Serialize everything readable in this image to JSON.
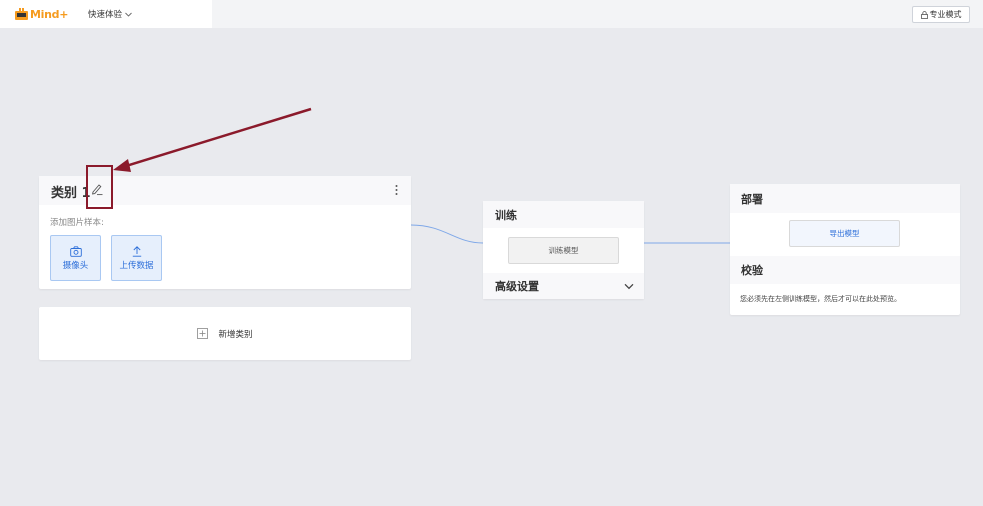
{
  "app": {
    "logo_text": "Mind+",
    "quick_menu_label": "快速体验",
    "pro_mode_label": "专业模式"
  },
  "class_card": {
    "title": "类别 1",
    "add_sample_label": "添加图片样本:",
    "camera_label": "摄像头",
    "upload_label": "上传数据"
  },
  "add_class": {
    "label": "新增类别"
  },
  "train": {
    "title": "训练",
    "train_button": "训练模型",
    "advanced_label": "高级设置"
  },
  "deploy": {
    "title": "部署",
    "export_button": "导出模型",
    "verify_title": "校验",
    "verify_text": "您必须先在左侧训练模型，然后才可以在此处预览。"
  },
  "colors": {
    "accent_blue": "#2c6ed9",
    "annotation_red": "#8b1a2b",
    "logo_orange": "#f59b1f"
  }
}
